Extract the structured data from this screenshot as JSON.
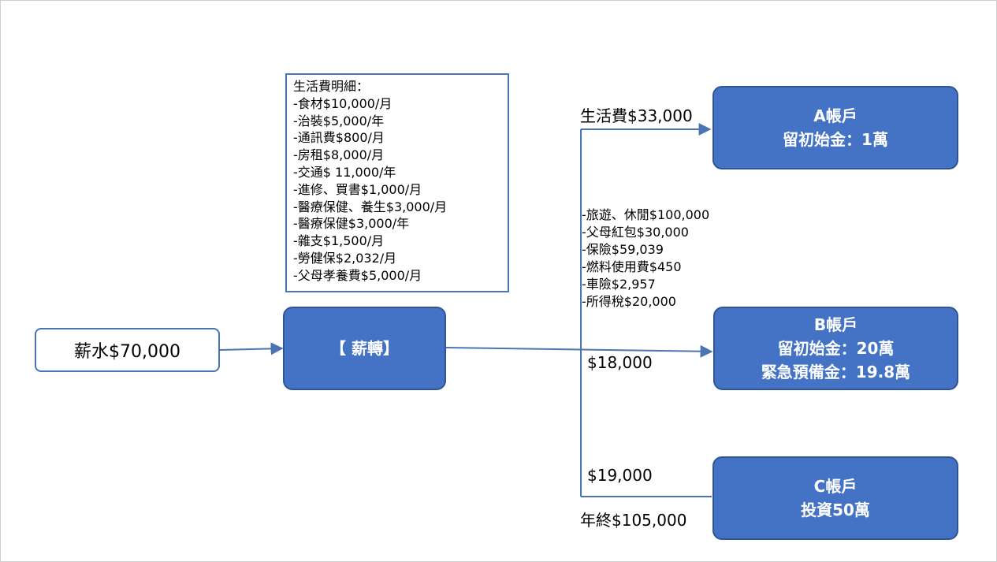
{
  "salary": {
    "label": "薪水$70,000"
  },
  "transfer": {
    "label": "【 薪轉】"
  },
  "living_details": {
    "title": "生活費明細：",
    "items": [
      "-食材$10,000/月",
      "-治裝$5,000/年",
      "-通訊費$800/月",
      "-房租$8,000/月",
      "-交通$ 11,000/年",
      "-進修、買書$1,000/月",
      "-醫療保健、養生$3,000/月",
      "-醫療保健$3,000/年",
      "-雜支$1,500/月",
      "-勞健保$2,032/月",
      "-父母孝養費$5,000/月"
    ]
  },
  "account_a": {
    "flow_label": "生活費$33,000",
    "title": "A帳戶",
    "line1": "留初始金：1萬"
  },
  "account_b": {
    "flow_label": "$18,000",
    "title": "B帳戶",
    "line1": "留初始金：20萬",
    "line2": "緊急預備金：19.8萬",
    "items": [
      "-旅遊、休閒$100,000",
      "-父母紅包$30,000",
      "-保險$59,039",
      "-燃料使用費$450",
      "-車險$2,957",
      "-所得稅$20,000"
    ]
  },
  "account_c": {
    "flow_label": "$19,000",
    "bonus_label": "年終$105,000",
    "title": "C帳戶",
    "line1": "投資50萬"
  },
  "colors": {
    "box_fill": "#4472c4",
    "box_border": "#2f5597",
    "line": "#4a74b3"
  }
}
